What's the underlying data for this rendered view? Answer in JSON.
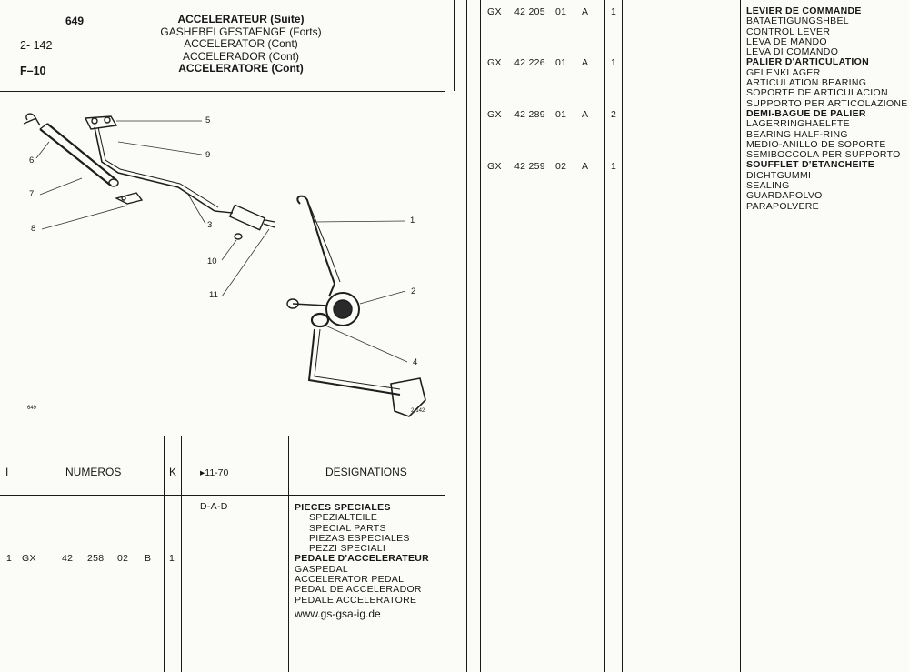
{
  "header": {
    "page_number": "649",
    "ref_left_1": "2- 142",
    "ref_left_2": "F–10",
    "titles": [
      "ACCELERATEUR (Suite)",
      "GASHEBELGESTAENGE (Forts)",
      "ACCELERATOR (Cont)",
      "ACCELERADOR (Cont)",
      "ACCELERATORE (Cont)"
    ]
  },
  "diagram": {
    "callouts": [
      "1",
      "2",
      "3",
      "4",
      "5",
      "6",
      "7",
      "8",
      "9",
      "10",
      "11"
    ],
    "corner_left": "649",
    "corner_right": "2-142"
  },
  "table_head": {
    "col_i": "I",
    "col_numeros": "NUMEROS",
    "col_k": "K",
    "col_date": "▸11-70",
    "col_designations": "DESIGNATIONS"
  },
  "lower_table": {
    "variant": "D-A-D",
    "special_parts": [
      "PIECES SPECIALES",
      "SPEZIALTEILE",
      "SPECIAL PARTS",
      "PIEZAS ESPECIALES",
      "PEZZI SPECIALI"
    ],
    "row": {
      "index": "1",
      "prefix": "GX",
      "n1": "42",
      "n2": "258",
      "n3": "02",
      "letter": "B",
      "qty": "1"
    },
    "designation": [
      "PEDALE D'ACCELERATEUR",
      "GASPEDAL",
      "ACCELERATOR PEDAL",
      "PEDAL DE ACCELERADOR",
      "PEDALE ACCELERATORE"
    ],
    "watermark": "www.gs-gsa-ig.de"
  },
  "right_parts": [
    {
      "prefix": "GX",
      "num": "42 205",
      "sub": "01",
      "letter": "A",
      "qty": "1",
      "desig": [
        "LEVIER DE COMMANDE",
        "BATAETIGUNGSHBEL",
        "CONTROL LEVER",
        "LEVA DE MANDO",
        "LEVA DI  COMANDO"
      ]
    },
    {
      "prefix": "GX",
      "num": "42 226",
      "sub": "01",
      "letter": "A",
      "qty": "1",
      "desig": [
        "PALIER D'ARTICULATION",
        "GELENKLAGER",
        "ARTICULATION BEARING",
        "SOPORTE DE ARTICULACION",
        "SUPPORTO PER ARTICOLAZIONE"
      ]
    },
    {
      "prefix": "GX",
      "num": "42 289",
      "sub": "01",
      "letter": "A",
      "qty": "2",
      "desig": [
        "DEMI-BAGUE DE PALIER",
        "LAGERRINGHAELFTE",
        "BEARING HALF-RING",
        "MEDIO-ANILLO DE SOPORTE",
        "SEMIBOCCOLA PER SUPPORTO"
      ]
    },
    {
      "prefix": "GX",
      "num": "42 259",
      "sub": "02",
      "letter": "A",
      "qty": "1",
      "desig": [
        "SOUFFLET D'ETANCHEITE",
        "DICHTGUMMI",
        "SEALING",
        "GUARDAPOLVO",
        "PARAPOLVERE"
      ]
    }
  ]
}
